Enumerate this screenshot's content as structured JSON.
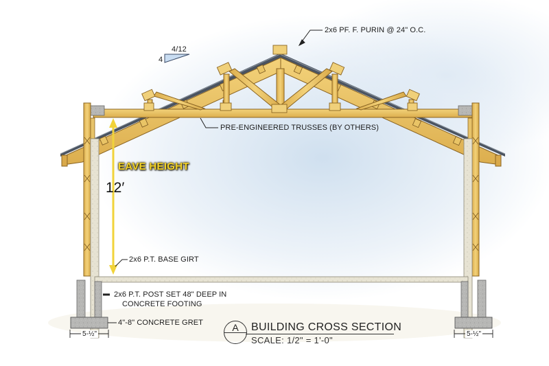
{
  "drawing": {
    "title": "BUILDING CROSS SECTION",
    "section_marker": "A",
    "scale": "SCALE: 1/2\" = 1'-0\""
  },
  "roof": {
    "pitch_rise": "4",
    "pitch_ratio": "4/12",
    "purlin_note": "2x6 PF. F. PURIN @ 24\" O.C."
  },
  "truss": {
    "note": "PRE-ENGINEERED TRUSSES (BY OTHERS)"
  },
  "eave": {
    "label": "EAVE HEIGHT",
    "dimension": "12′"
  },
  "notes": {
    "base_girt": "2x6 P.T. BASE GIRT",
    "post_line1": "2x6 P.T. POST SET 48\" DEEP IN",
    "post_line2": "CONCRETE FOOTING",
    "footing": "4\"-8\" CONCRETE GRET"
  },
  "footing_dims": {
    "left": "5-½\"",
    "right": "5-½\""
  },
  "colors": {
    "wood": "#e8c060",
    "wood_dark": "#b98a30",
    "concrete": "#b9b9b7",
    "concrete_light": "#e6e2d2",
    "eave_arrow": "#f1d33a",
    "roof_metal": "#4a5360",
    "pitch_triangle": "#c9ddf2"
  }
}
